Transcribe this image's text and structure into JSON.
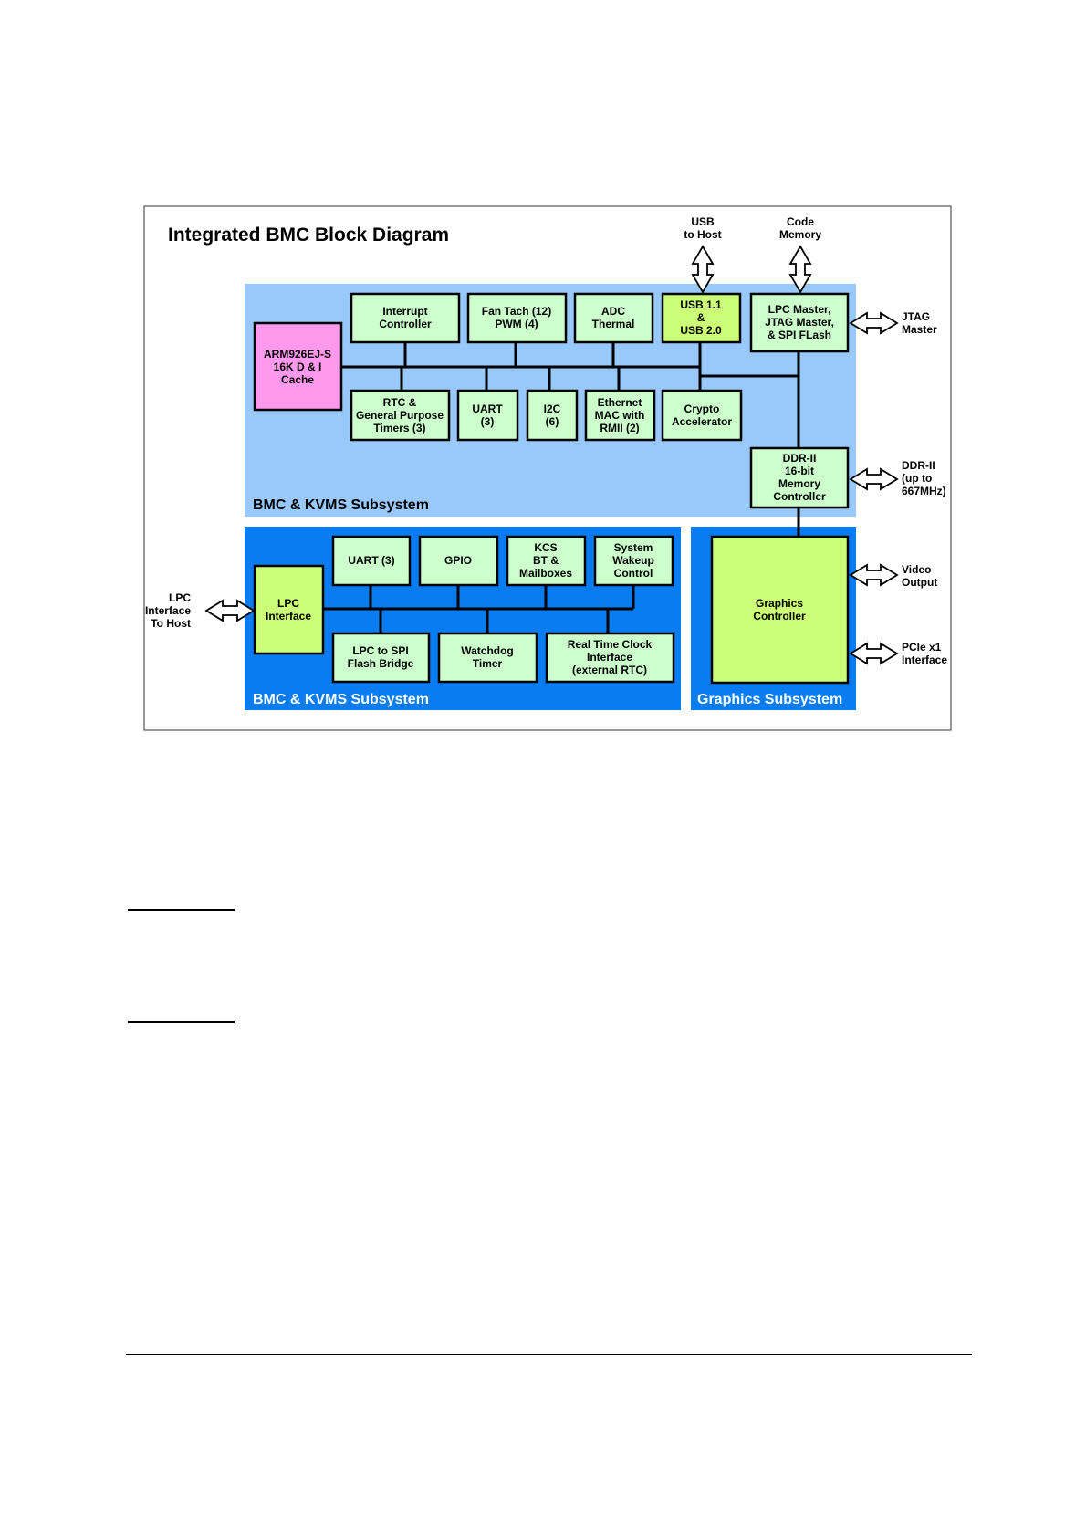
{
  "diagram": {
    "title": "Integrated BMC Block Diagram",
    "colors": {
      "subsystem_light": "#99c9fb",
      "subsystem_dark": "#0a7cf2",
      "block_green": "#ccffcc",
      "block_lime": "#ccff77",
      "block_pink": "#ff99ee",
      "line": "#000000"
    },
    "external": {
      "usb_host": [
        "USB",
        "to Host"
      ],
      "code_memory": [
        "Code",
        "Memory"
      ],
      "jtag": [
        "JTAG",
        "Master"
      ],
      "ddr": [
        "DDR-II",
        "(up to",
        "667MHz)"
      ],
      "lpc_host": [
        "LPC",
        "Interface",
        "To Host"
      ],
      "video": [
        "Video",
        "Output"
      ],
      "pcie": [
        "PCIe x1",
        "Interface"
      ]
    },
    "subsystems": {
      "top": "BMC & KVMS Subsystem",
      "bottom_left": "BMC & KVMS Subsystem",
      "graphics": "Graphics Subsystem"
    },
    "blocks": {
      "arm": [
        "ARM926EJ-S",
        "16K D  &  I",
        "Cache"
      ],
      "interrupt": [
        "Interrupt",
        "Controller"
      ],
      "fan": [
        "Fan Tach (12)",
        "PWM (4)"
      ],
      "adc": [
        "ADC",
        "Thermal"
      ],
      "usb": [
        "USB 1.1",
        "&",
        "USB 2.0"
      ],
      "lpc_master": [
        "LPC Master,",
        "JTAG Master,",
        "& SPI FLash"
      ],
      "rtc_timers": [
        "RTC &",
        "General Purpose",
        "Timers (3)"
      ],
      "uart_top": [
        "UART",
        "(3)"
      ],
      "i2c": [
        "I2C",
        "(6)"
      ],
      "ethernet": [
        "Ethernet",
        "MAC with",
        "RMII (2)"
      ],
      "crypto": [
        "Crypto",
        "Accelerator"
      ],
      "ddr_ctrl": [
        "DDR-II",
        "16-bit",
        "Memory",
        "Controller"
      ],
      "uart_bottom": [
        "UART (3)"
      ],
      "gpio": [
        "GPIO"
      ],
      "kcs": [
        "KCS",
        "BT &",
        "Mailboxes"
      ],
      "wakeup": [
        "System",
        "Wakeup",
        "Control"
      ],
      "lpc_iface": [
        "LPC",
        "Interface"
      ],
      "lpc_spi": [
        "LPC to SPI",
        "Flash Bridge"
      ],
      "watchdog": [
        "Watchdog",
        "Timer"
      ],
      "rtc_iface": [
        "Real Time Clock",
        "Interface",
        "(external RTC)"
      ],
      "graphics": [
        "Graphics",
        "Controller"
      ]
    }
  }
}
